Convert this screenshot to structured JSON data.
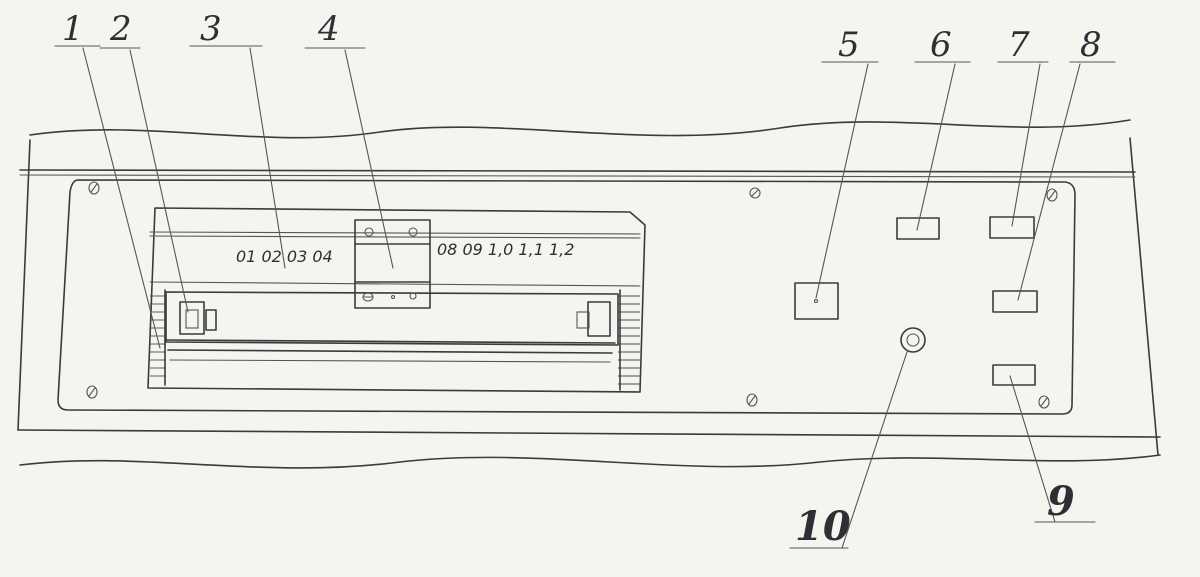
{
  "callouts": [
    {
      "id": "1",
      "label": "1"
    },
    {
      "id": "2",
      "label": "2"
    },
    {
      "id": "3",
      "label": "3"
    },
    {
      "id": "4",
      "label": "4"
    },
    {
      "id": "5",
      "label": "5"
    },
    {
      "id": "6",
      "label": "6"
    },
    {
      "id": "7",
      "label": "7"
    },
    {
      "id": "8",
      "label": "8"
    },
    {
      "id": "9",
      "label": "9"
    },
    {
      "id": "10",
      "label": "10"
    }
  ],
  "scale": {
    "left": "01 02 03 04",
    "right": "08 09 1,0 1,1 1,2"
  }
}
